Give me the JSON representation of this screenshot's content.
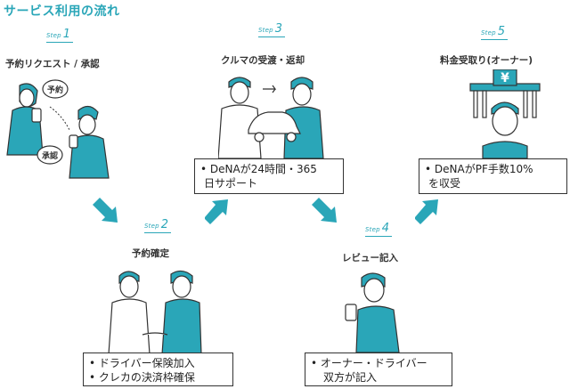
{
  "title": "サービス利用の流れ",
  "step_word": "Step",
  "steps": [
    {
      "num": "1",
      "label": "予約リクエスト / 承認",
      "bubbles": [
        "予約",
        "承認"
      ]
    },
    {
      "num": "2",
      "label": "予約確定",
      "box": [
        "• ドライバー保険加入",
        "• クレカの決済枠確保"
      ]
    },
    {
      "num": "3",
      "label": "クルマの受渡・返却",
      "box": [
        "• DeNAが24時間・365",
        "日サポート"
      ]
    },
    {
      "num": "4",
      "label": "レビュー記入",
      "box": [
        "• オーナー・ドライバー",
        "双方が記入"
      ]
    },
    {
      "num": "5",
      "label": "料金受取り(オーナー)",
      "box": [
        "• DeNAがPF手数10%",
        "を収受"
      ],
      "sign": "¥"
    }
  ],
  "colors": {
    "accent": "#2aa6b8",
    "skin": "#ffffff",
    "line": "#333333"
  }
}
